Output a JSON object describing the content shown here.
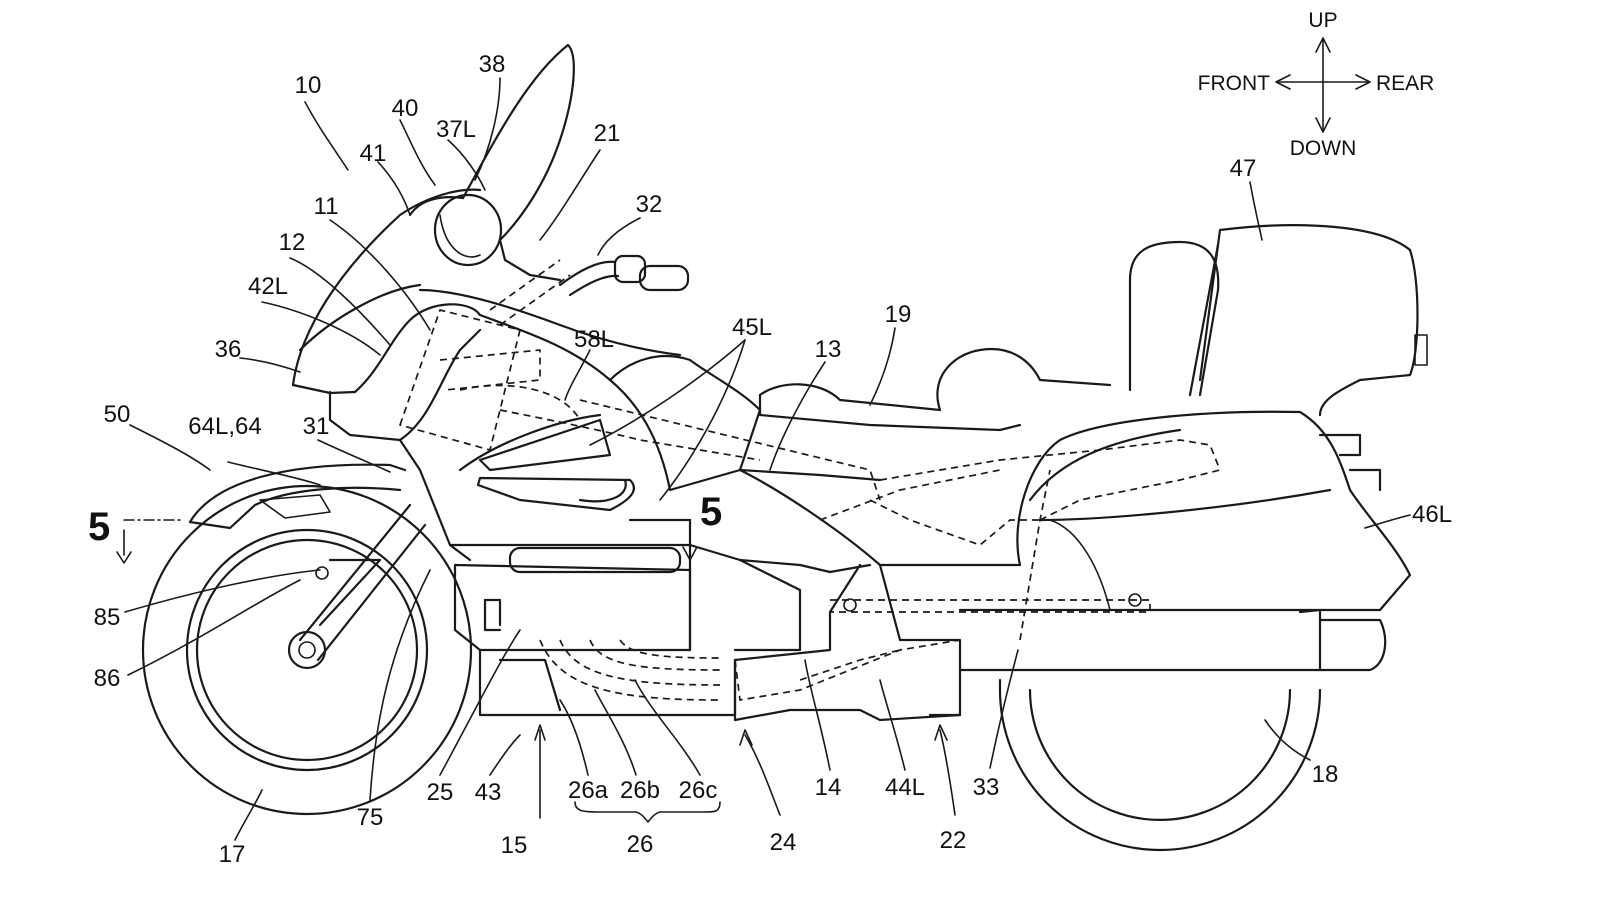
{
  "direction_labels": {
    "up": "UP",
    "down": "DOWN",
    "front": "FRONT",
    "rear": "REAR"
  },
  "section_labels": {
    "left": "5",
    "right": "5"
  },
  "reference_labels": [
    "10",
    "38",
    "40",
    "37L",
    "21",
    "41",
    "11",
    "32",
    "12",
    "42L",
    "36",
    "58L",
    "45L",
    "13",
    "19",
    "47",
    "50",
    "64L,64",
    "31",
    "46L",
    "85",
    "86",
    "75",
    "25",
    "43",
    "15",
    "26a",
    "26b",
    "26c",
    "26",
    "24",
    "14",
    "44L",
    "22",
    "33",
    "17",
    "18"
  ],
  "colors": {
    "line": "#1a1a1a",
    "background": "#ffffff"
  }
}
